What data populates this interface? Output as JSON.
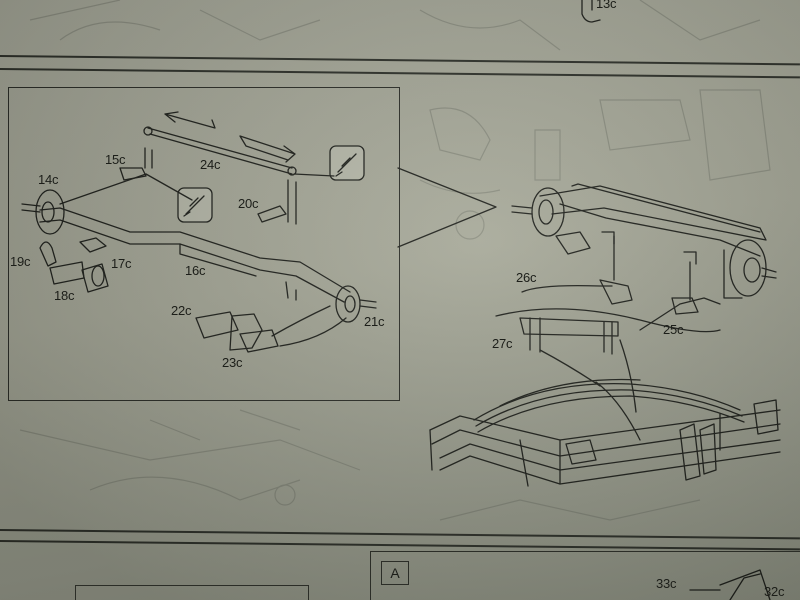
{
  "page": {
    "top_label": "13c",
    "step_badge": "A"
  },
  "inset_labels": {
    "l14": "14c",
    "l15": "15c",
    "l24": "24c",
    "l20": "20c",
    "l19": "19c",
    "l17": "17c",
    "l16": "16c",
    "l18": "18c",
    "l22": "22c",
    "l21": "21c",
    "l23": "23c"
  },
  "assembly_labels": {
    "l26": "26c",
    "l27": "27c",
    "l25": "25c"
  },
  "step_a_labels": {
    "l33": "33c",
    "l32": "32c"
  }
}
